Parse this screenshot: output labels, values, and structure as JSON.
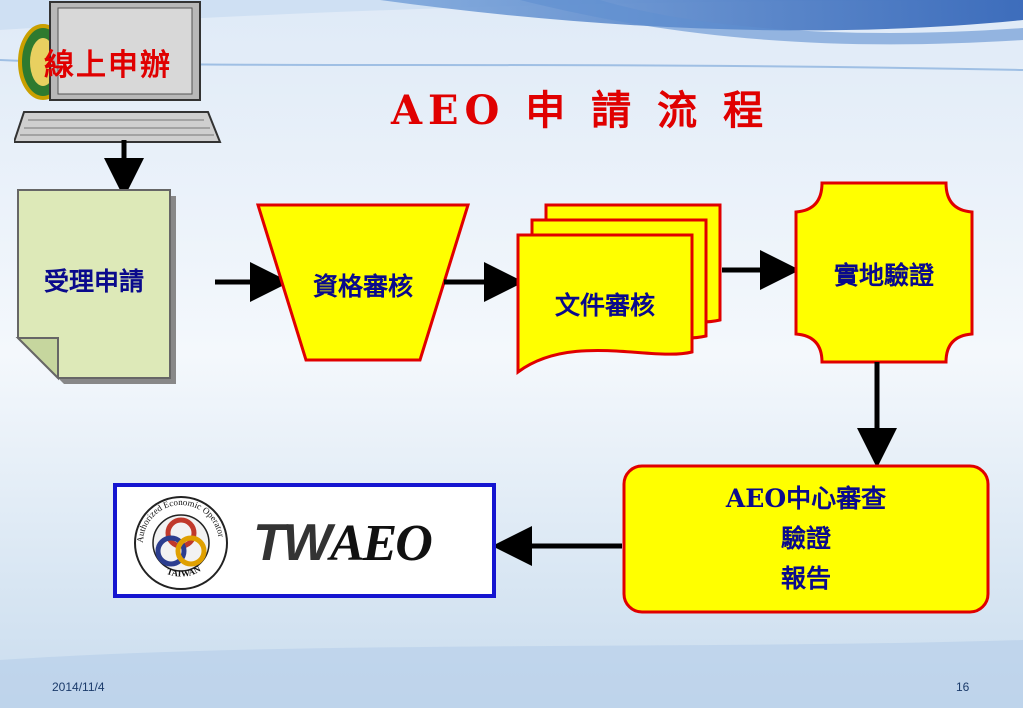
{
  "title": "AEO 申 請 流 程",
  "laptop_label": "線上申辦",
  "nodes": {
    "apply": "受理申請",
    "qualify": "資格審核",
    "document": "文件審核",
    "verify": "實地驗證",
    "center_line1": "AEO中心審查",
    "center_line2": "驗證",
    "center_line3": "報告"
  },
  "logo": {
    "ring_text": "Authorized Economic Operator",
    "ring_bottom": "TAIWAN",
    "tw": "TW",
    "aeo": "AEO"
  },
  "footer": {
    "date": "2014/11/4",
    "page": "16"
  },
  "colors": {
    "title_red": "#e00000",
    "node_fill": "#ffff00",
    "node_border": "#e00000",
    "node_text": "#0a0a8c",
    "apply_fill": "#dde9b8",
    "logo_border": "#1515d0"
  }
}
